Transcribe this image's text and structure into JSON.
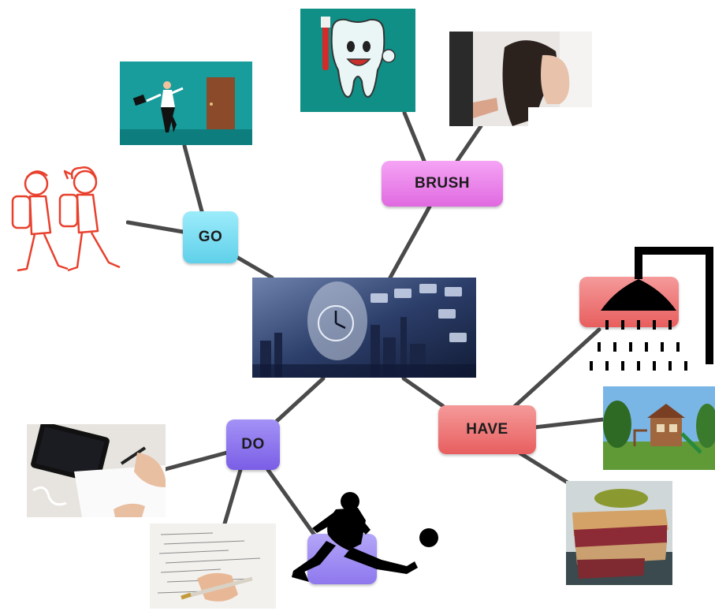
{
  "nodes": {
    "go": {
      "label": "GO",
      "color": "#7fe0f2"
    },
    "brush": {
      "label": "BRUSH",
      "color": "#ef86ef"
    },
    "do": {
      "label": "DO",
      "color": "#8a72ee"
    },
    "have": {
      "label": "HAVE",
      "color": "#ef7070"
    },
    "blank_under_shower": {
      "label": "",
      "color": "#ef7070"
    },
    "blank_under_player": {
      "label": "",
      "color": "#9f8cf2"
    }
  },
  "images": [
    {
      "name": "office-worker-door-picture"
    },
    {
      "name": "tooth-toothbrush-picture"
    },
    {
      "name": "hair-washing-picture"
    },
    {
      "name": "kids-backpacks-picture"
    },
    {
      "name": "clock-city-collage-picture"
    },
    {
      "name": "shower-icon"
    },
    {
      "name": "playground-house-picture"
    },
    {
      "name": "sandwich-picture"
    },
    {
      "name": "tablet-desk-picture"
    },
    {
      "name": "exam-paper-picture"
    },
    {
      "name": "soccer-player-icon"
    }
  ],
  "colors": {
    "edge": "#4a4a4a",
    "background": "#ffffff"
  }
}
